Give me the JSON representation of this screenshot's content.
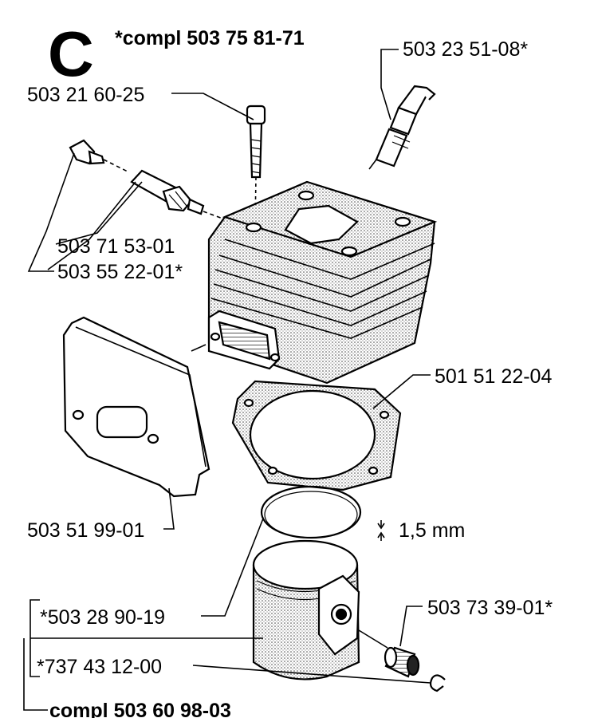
{
  "diagram": {
    "section_letter": "C",
    "assembly_note": "*compl 503 75 81-71",
    "labels": {
      "spark_plug": "503 23 51-08*",
      "cylinder_bolt": "503 21 60-25",
      "decomp_valve": "503 71 53-01",
      "decomp_kit": "503 55 22-01*",
      "gasket": "501 51 22-04",
      "heat_shield": "503 51 99-01",
      "ring_gap": "1,5 mm",
      "piston_ring": "*503 28 90-19",
      "needle_bearing": "503 73 39-01*",
      "circlip": "*737 43 12-00",
      "piston_compl": "compl 503 60 98-03"
    }
  }
}
